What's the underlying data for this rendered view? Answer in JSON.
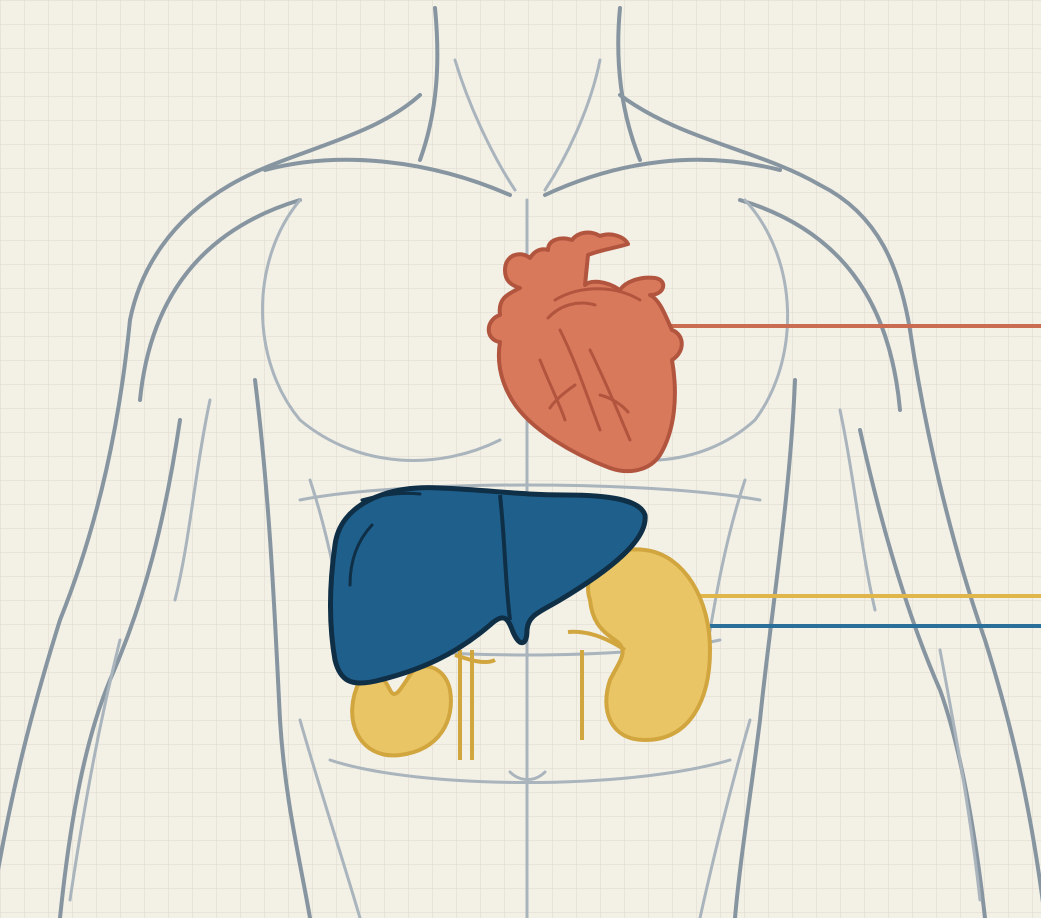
{
  "background": {
    "paper": "#f3f0e6",
    "grid_line": "#dcd8cc"
  },
  "body_outline": {
    "stroke": "#8795a1",
    "inner_stroke": "#a9b4bd"
  },
  "organs": [
    {
      "id": "heart",
      "name": "heart",
      "fill": "#d9795c",
      "stroke": "#b2553f",
      "leader_color": "#c96c52"
    },
    {
      "id": "liver",
      "name": "liver",
      "fill": "#1f5f8b",
      "stroke": "#0f2f46",
      "leader_color": "#2a6f9a"
    },
    {
      "id": "kidneys",
      "name": "kidneys",
      "fill": "#e9c565",
      "stroke": "#d2a63f",
      "leader_color": "#e0b54a"
    }
  ]
}
